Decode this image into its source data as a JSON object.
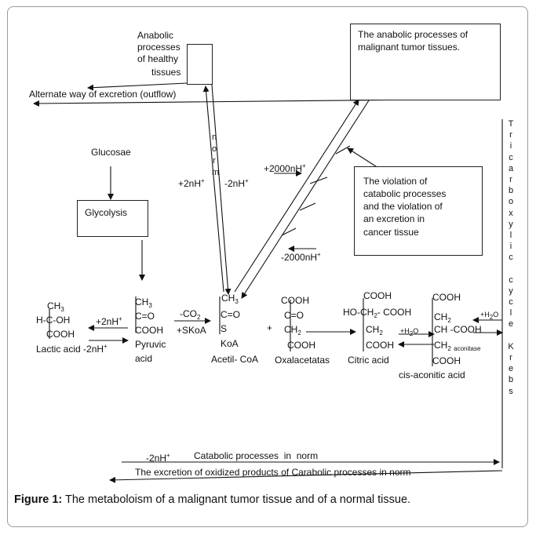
{
  "labels": {
    "anabolic_healthy": [
      "Anabolic",
      "processes",
      "of healthy",
      "tissues"
    ],
    "anabolic_malignant": [
      "The anabolic processes of",
      "malignant tumor tissues."
    ],
    "alternate_excretion": "Alternate way of excretion (outflow)",
    "glucosae": "Glucosae",
    "glycolysis": "Glycolysis",
    "norm_vertical": "norm",
    "h_left": [
      "+2nH",
      "+"
    ],
    "h_right": [
      "-2nH",
      "+"
    ],
    "h_2000_top": [
      "+2000nH",
      "+"
    ],
    "h_2000_bottom": [
      "-2000nH",
      "+"
    ],
    "violation": [
      "The violation of",
      "catabolic processes",
      "and the violation of",
      "an excretion in",
      "cancer tissue"
    ],
    "lactic_top": "CH",
    "lactic_mid": "H-C-OH",
    "lactic_bot": "COOH",
    "lactic_label": "Lactic acid -2nH",
    "h2_lactic": "+2nH",
    "pyruvic_ch3": "CH",
    "pyruvic_co": "C=O",
    "pyruvic_cooh": "COOH",
    "pyruvic_label": [
      "Pyruvic",
      "acid"
    ],
    "co2": "-CO",
    "skoa": "+SKoA",
    "acetyl_ch3": "CH",
    "acetyl_co": "C=O",
    "acetyl_s": "S",
    "acetyl_koa": "KoA",
    "acetyl_label": "Acetil- CoA",
    "plus": "+",
    "oxal_cooh": "COOH",
    "oxal_co": "C=O",
    "oxal_ch2": "CH",
    "oxal_cooh2": "COOH",
    "oxal_label": "Oxalacetatas",
    "citric_cooh": "COOH",
    "citric_mid": "HO-CH",
    "citric_mid2": "- COOH",
    "citric_ch2": "CH",
    "citric_cooh2": "COOH",
    "citric_label": "Citric acid",
    "h2o_a": "+H",
    "h2o_b": "O",
    "cis_cooh": "COOH",
    "cis_ch2": "CH",
    "cis_ch": "CH -COOH",
    "cis_ch2b": "CH",
    "cis_aconitase": "aconitase",
    "cis_cooh2": "COOH",
    "cis_label": "cis-aconitic acid",
    "h2o_c": "+H",
    "h2o_d": "O",
    "tca_vertical": "Tricarboxylic cycle Krebs",
    "catabolic_norm": "-2nH",
    "catabolic_norm_text": "Catabolic processes  in  norm",
    "excretion_norm": "The excretion of oxidized products of Carabolic processes in norm"
  },
  "caption": {
    "label": "Figure 1:",
    "text": " The metaboloism of a malignant tumor tissue and of a normal tissue."
  }
}
